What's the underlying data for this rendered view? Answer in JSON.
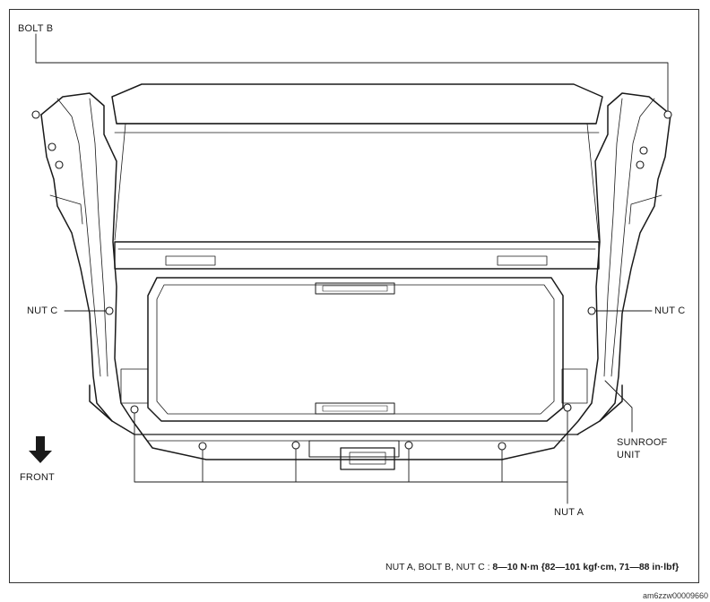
{
  "labels": {
    "bolt_b": "BOLT B",
    "nut_c_left": "NUT C",
    "nut_c_right": "NUT C",
    "sunroof_line1": "SUNROOF",
    "sunroof_line2": "UNIT",
    "front": "FRONT",
    "nut_a": "NUT A"
  },
  "torque_spec": {
    "fasteners": "NUT A, BOLT B, NUT C : ",
    "value": "8—10 N·m {82—101 kgf·cm, 71—88 in·lbf}"
  },
  "figure_code": "am6zzw00009660"
}
